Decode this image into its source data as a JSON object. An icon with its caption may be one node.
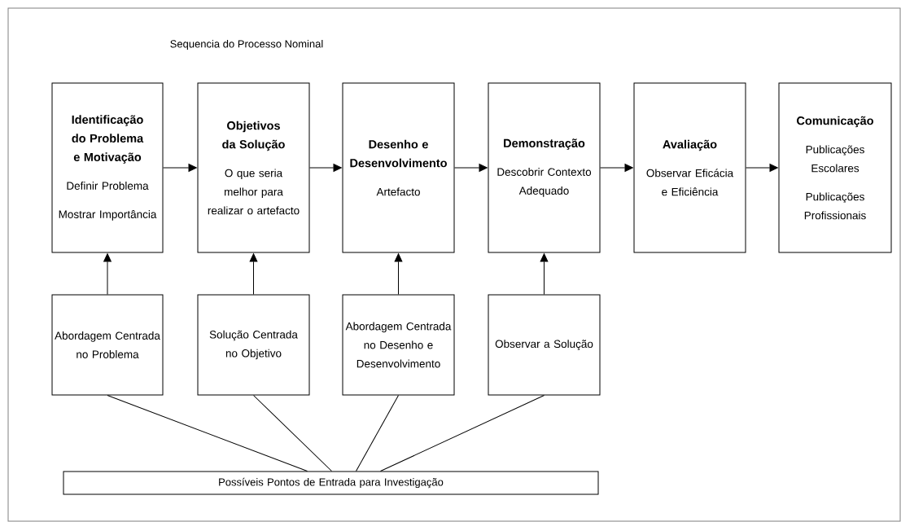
{
  "diagram": {
    "title": "Sequencia do Processo Nominal",
    "nodes": [
      {
        "text": [
          "Identificação do Problema e Motivação",
          "Definir Problema",
          "Mostrar Importância"
        ]
      },
      {
        "text": [
          "Objetivos da Solução",
          "O que seria melhor para realizar o artefacto"
        ]
      },
      {
        "text": [
          "Desenho e Desenvolvimento",
          "Artefacto"
        ]
      },
      {
        "text": [
          "Demonstração",
          "Descobrir Contexto Adequado"
        ]
      },
      {
        "text": [
          "Avaliação",
          "Observar Eficácia e Eficiência"
        ]
      },
      {
        "text": [
          "Comunicação",
          "Publicações Escolares",
          "Publicações Profissionais"
        ]
      },
      {
        "text": [
          "Abordagem Centrada no Problema"
        ]
      },
      {
        "text": [
          "Solução Centrada no Objetivo"
        ]
      },
      {
        "text": [
          "Abordagem Centrada no Desenho e Desenvolvimento"
        ]
      },
      {
        "text": [
          "Observar a Solução"
        ]
      },
      {
        "text": [
          "Possíveis Pontos de Entrada para Investigação"
        ]
      }
    ],
    "edges": [
      {
        "from": 0,
        "to": 1,
        "arrow": "to"
      },
      {
        "from": 1,
        "to": 2,
        "arrow": "to"
      },
      {
        "from": 2,
        "to": 3,
        "arrow": "to"
      },
      {
        "from": 3,
        "to": 4,
        "arrow": "to"
      },
      {
        "from": 4,
        "to": 5,
        "arrow": "to"
      },
      {
        "from": 6,
        "to": 0,
        "arrow": "to"
      },
      {
        "from": 7,
        "to": 1,
        "arrow": "to"
      },
      {
        "from": 8,
        "to": 2,
        "arrow": "to"
      },
      {
        "from": 9,
        "to": 3,
        "arrow": "to"
      },
      {
        "from": 10,
        "to": 6,
        "arrow": "none"
      },
      {
        "from": 10,
        "to": 7,
        "arrow": "none"
      },
      {
        "from": 10,
        "to": 8,
        "arrow": "none"
      },
      {
        "from": 10,
        "to": 9,
        "arrow": "none"
      }
    ]
  }
}
